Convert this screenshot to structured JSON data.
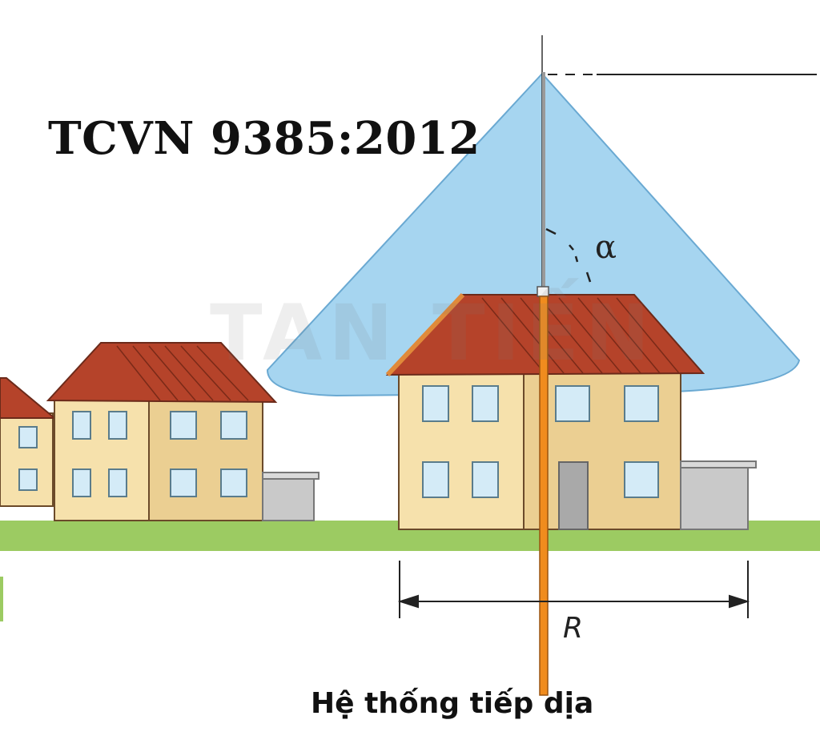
{
  "title": "TCVN 9385:2012",
  "caption": "Hệ thống tiếp dịa",
  "labels": {
    "angle": "α",
    "radius": "R"
  },
  "watermark": "TAN TIẾN",
  "colors": {
    "protection_zone": "#a6d5f0",
    "roof": "#b5432a",
    "wall_light": "#f6e1ac",
    "wall_dark": "#ebcf92",
    "window": "#d4ebf7",
    "garage": "#c9c9c9",
    "grass": "#9ccb62",
    "conductor": "#f08c1e"
  },
  "icons": [
    "lightning-rod-icon",
    "house-icon",
    "protection-cone-icon",
    "ground-conductor-icon"
  ]
}
